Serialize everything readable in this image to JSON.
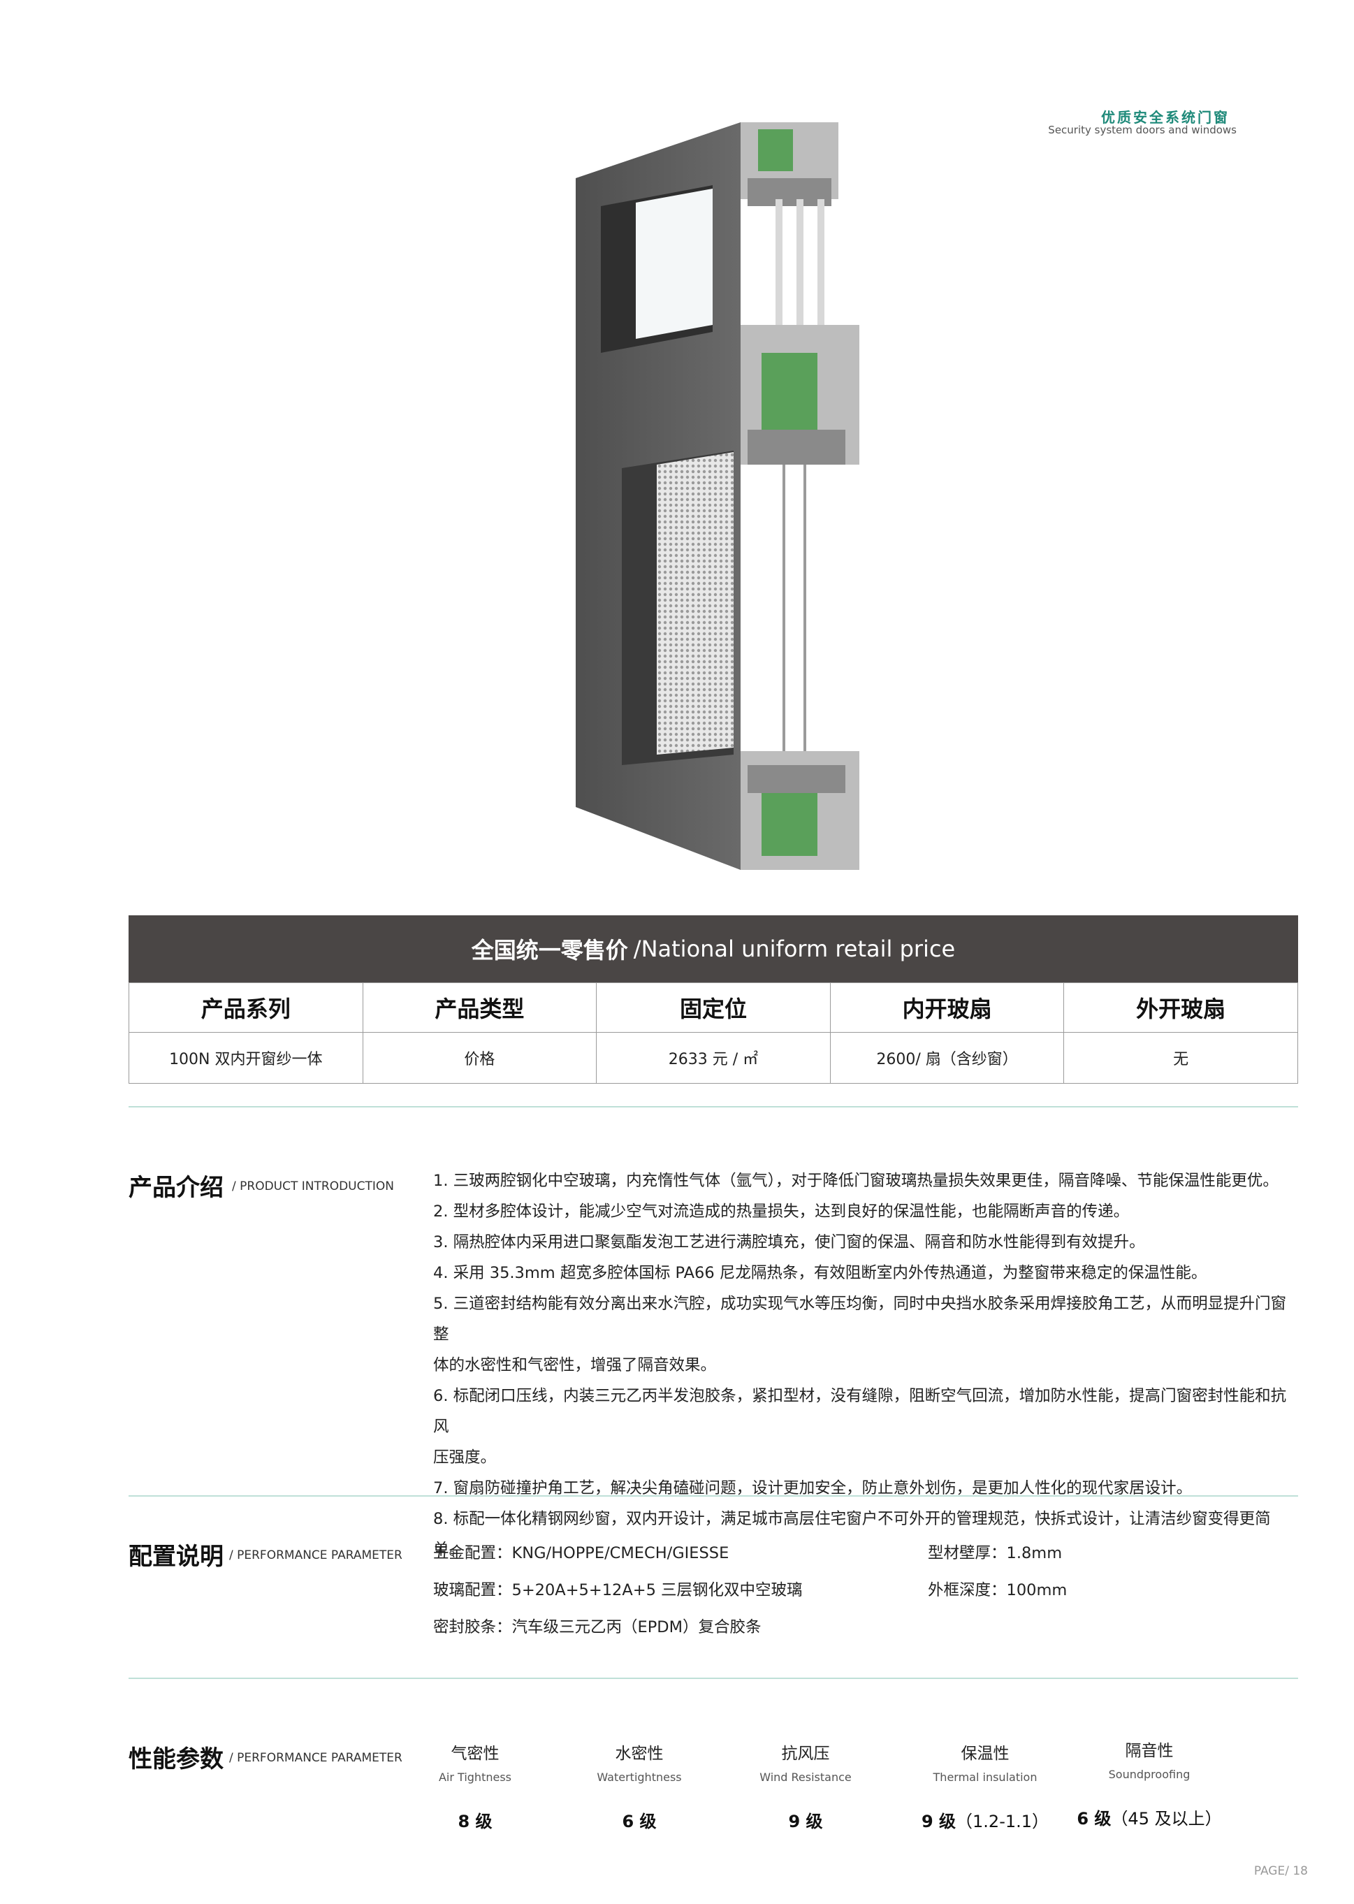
{
  "brand": {
    "cn": "优质安全系统门窗",
    "en": "Security system doors and windows"
  },
  "price": {
    "title_cn": "全国统一零售价",
    "title_en": "/National uniform retail price",
    "headers": [
      "产品系列",
      "产品类型",
      "固定位",
      "内开玻扇",
      "外开玻扇"
    ],
    "row": [
      "100N 双内开窗纱一体",
      "价格",
      "2633 元 / ㎡",
      "2600/ 扇（含纱窗）",
      "无"
    ]
  },
  "intro": {
    "title": "产品介绍",
    "subtitle": "/ PRODUCT INTRODUCTION",
    "lines": [
      "1. 三玻两腔钢化中空玻璃，内充惰性气体（氩气），对于降低门窗玻璃热量损失效果更佳，隔音降噪、节能保温性能更优。",
      "2. 型材多腔体设计，能减少空气对流造成的热量损失，达到良好的保温性能，也能隔断声音的传递。",
      "3. 隔热腔体内采用进口聚氨酯发泡工艺进行满腔填充，使门窗的保温、隔音和防水性能得到有效提升。",
      "4. 采用 35.3mm 超宽多腔体国标 PA66 尼龙隔热条，有效阻断室内外传热通道，为整窗带来稳定的保温性能。",
      "5. 三道密封结构能有效分离出来水汽腔，成功实现气水等压均衡，同时中央挡水胶条采用焊接胶角工艺，从而明显提升门窗整",
      "体的水密性和气密性，增强了隔音效果。",
      "6. 标配闭口压线，内装三元乙丙半发泡胶条，紧扣型材，没有缝隙，阻断空气回流，增加防水性能，提高门窗密封性能和抗风",
      "压强度。",
      "7. 窗扇防碰撞护角工艺，解决尖角磕碰问题，设计更加安全，防止意外划伤，是更加人性化的现代家居设计。",
      "8. 标配一体化精钢网纱窗，双内开设计，满足城市高层住宅窗户不可外开的管理规范，快拆式设计，让清洁纱窗变得更简单。"
    ]
  },
  "config": {
    "title": "配置说明",
    "subtitle": "/ PERFORMANCE PARAMETER",
    "hardware": "五金配置：KNG/HOPPE/CMECH/GIESSE",
    "glass": "玻璃配置：5+20A+5+12A+5 三层钢化双中空玻璃",
    "seal": "密封胶条：汽车级三元乙丙（EPDM）复合胶条",
    "thickness": "型材壁厚：1.8mm",
    "depth": "外框深度：100mm"
  },
  "performance": {
    "title": "性能参数",
    "subtitle": "/ PERFORMANCE PARAMETER",
    "items": [
      {
        "cn": "气密性",
        "en": "Air Tightness",
        "grade": "8 级",
        "extra": ""
      },
      {
        "cn": "水密性",
        "en": "Watertightness",
        "grade": "6 级",
        "extra": ""
      },
      {
        "cn": "抗风压",
        "en": "Wind Resistance",
        "grade": "9 级",
        "extra": ""
      },
      {
        "cn": "保温性",
        "en": "Thermal insulation",
        "grade": "9 级",
        "extra": "（1.2-1.1）"
      },
      {
        "cn": "隔音性",
        "en": "Soundproofing",
        "grade": "6 级",
        "extra": "（45 及以上）"
      }
    ]
  },
  "page": "PAGE/ 18",
  "colors": {
    "accent": "#1f8a7a",
    "header_bg": "#4a4645",
    "rule": "#bfe0d8"
  }
}
